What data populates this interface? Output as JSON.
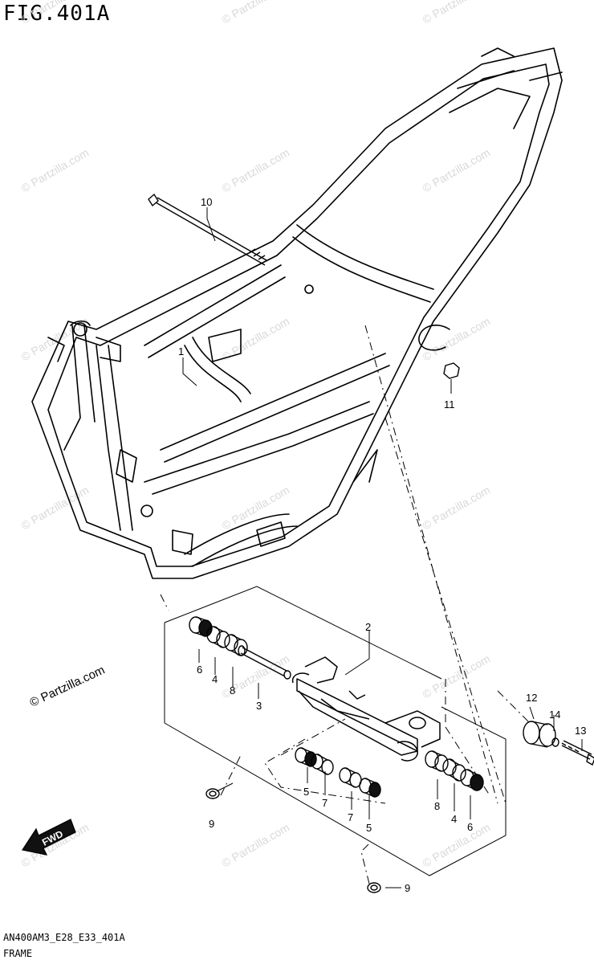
{
  "figure": {
    "title": "FIG.401A",
    "code": "AN400AM3_E28_E33_401A",
    "name": "FRAME"
  },
  "watermark": {
    "text": "© Partzilla.com",
    "main_text": "© Partzilla.com"
  },
  "fwd_badge": "FWD",
  "callouts": {
    "c1": "1",
    "c2": "2",
    "c3": "3",
    "c4a": "4",
    "c4b": "4",
    "c5a": "5",
    "c5b": "5",
    "c6a": "6",
    "c6b": "6",
    "c7a": "7",
    "c7b": "7",
    "c8a": "8",
    "c8b": "8",
    "c9a": "9",
    "c9b": "9",
    "c10": "10",
    "c11": "11",
    "c12": "12",
    "c13": "13",
    "c14": "14"
  },
  "colors": {
    "line": "#000000",
    "watermark": "#d9d9d9",
    "background": "#ffffff"
  }
}
